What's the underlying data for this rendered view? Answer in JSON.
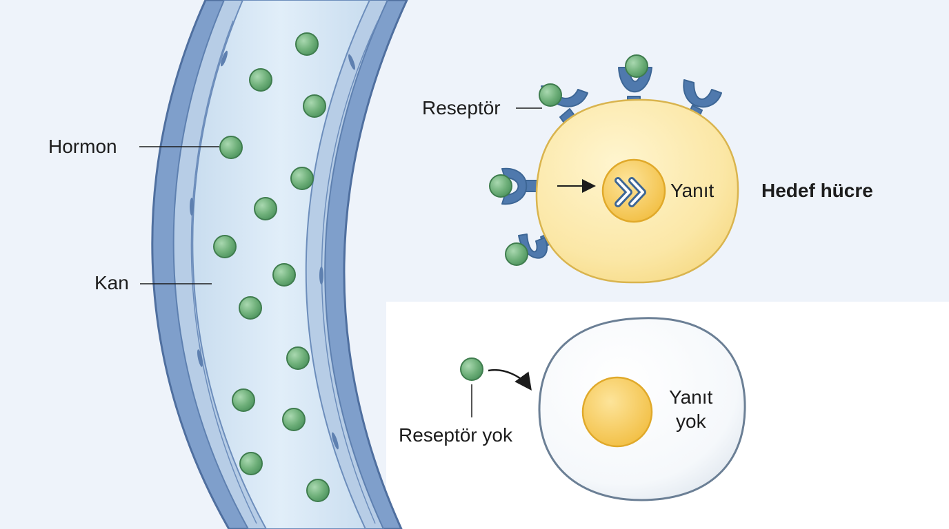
{
  "labels": {
    "hormone": "Hormon",
    "blood": "Kan",
    "receptor": "Reseptör",
    "response": "Yanıt",
    "target_cell": "Hedef hücre",
    "no_response_line1": "Yanıt",
    "no_response_line2": "yok",
    "no_receptor": "Reseptör yok"
  },
  "colors": {
    "hormone_green": "#6fb07a",
    "receptor_blue": "#4f79ad",
    "vessel_blue": "#7f9fcb",
    "blood_plasma": "#d9e8f5",
    "target_cell_fill": "#fbe7a6",
    "nucleus_yellow": "#f6c94f",
    "non_target_cell_fill": "#f3f6fa"
  },
  "icons": {
    "response_signal": "double-chevron-right-icon",
    "binding_arrow": "arrow-right-icon",
    "curved_arrow": "curved-arrow-icon"
  }
}
